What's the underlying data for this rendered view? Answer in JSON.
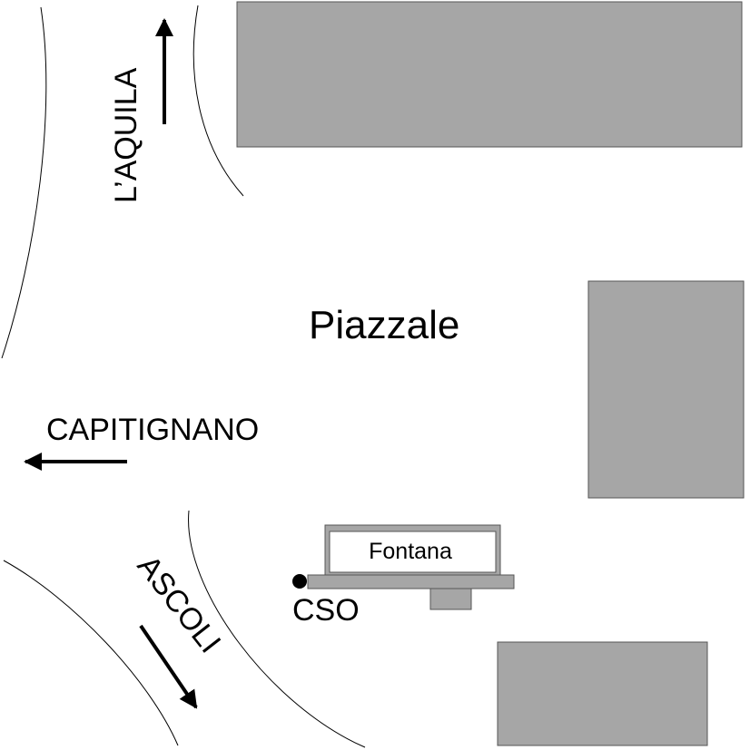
{
  "map": {
    "labels": {
      "square": "Piazzale",
      "road_laquila": "L’AQUILA",
      "road_capitignano": "CAPITIGNANO",
      "road_ascoli": "ASCOLI",
      "fountain": "Fontana",
      "station": "CSO"
    },
    "colors": {
      "building_fill": "#a6a6a6",
      "building_stroke": "#555555",
      "line": "#000000",
      "background": "#ffffff"
    }
  }
}
